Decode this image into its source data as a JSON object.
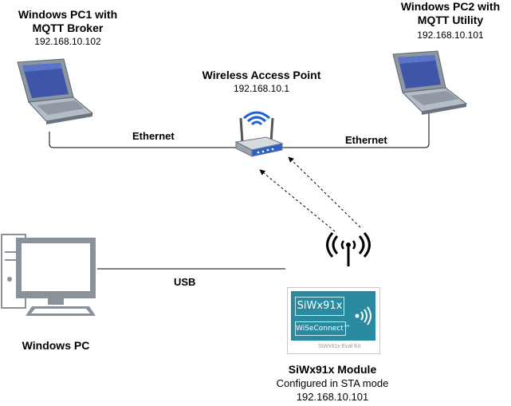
{
  "nodes": {
    "pc1": {
      "title_line1": "Windows PC1 with",
      "title_line2": "MQTT Broker",
      "ip": "192.168.10.102"
    },
    "pc2": {
      "title_line1": "Windows PC2 with",
      "title_line2": "MQTT Utility",
      "ip": "192.168.10.101"
    },
    "ap": {
      "title": "Wireless Access Point",
      "ip": "192.168.10.1"
    },
    "host": {
      "title": "Windows PC"
    },
    "module": {
      "title": "SiWx91x Module",
      "mode": "Configured in STA mode",
      "ip": "192.168.10.101",
      "board_chip": "SiWx91x",
      "board_brand": "WiSeConnect™",
      "board_footer": "SiWx91x Eval Kit"
    }
  },
  "connections": {
    "left_ethernet": "Ethernet",
    "right_ethernet": "Ethernet",
    "usb": "USB"
  },
  "colors": {
    "board_teal": "#2a8aa0",
    "laptop_frame": "#6a7480",
    "screen_blue": "#3f55a8",
    "ap_blue": "#1f5fd6"
  },
  "icons": [
    "laptop-icon",
    "laptop-icon",
    "wireless-router-icon",
    "desktop-computer-icon",
    "wireless-signal-icon"
  ]
}
